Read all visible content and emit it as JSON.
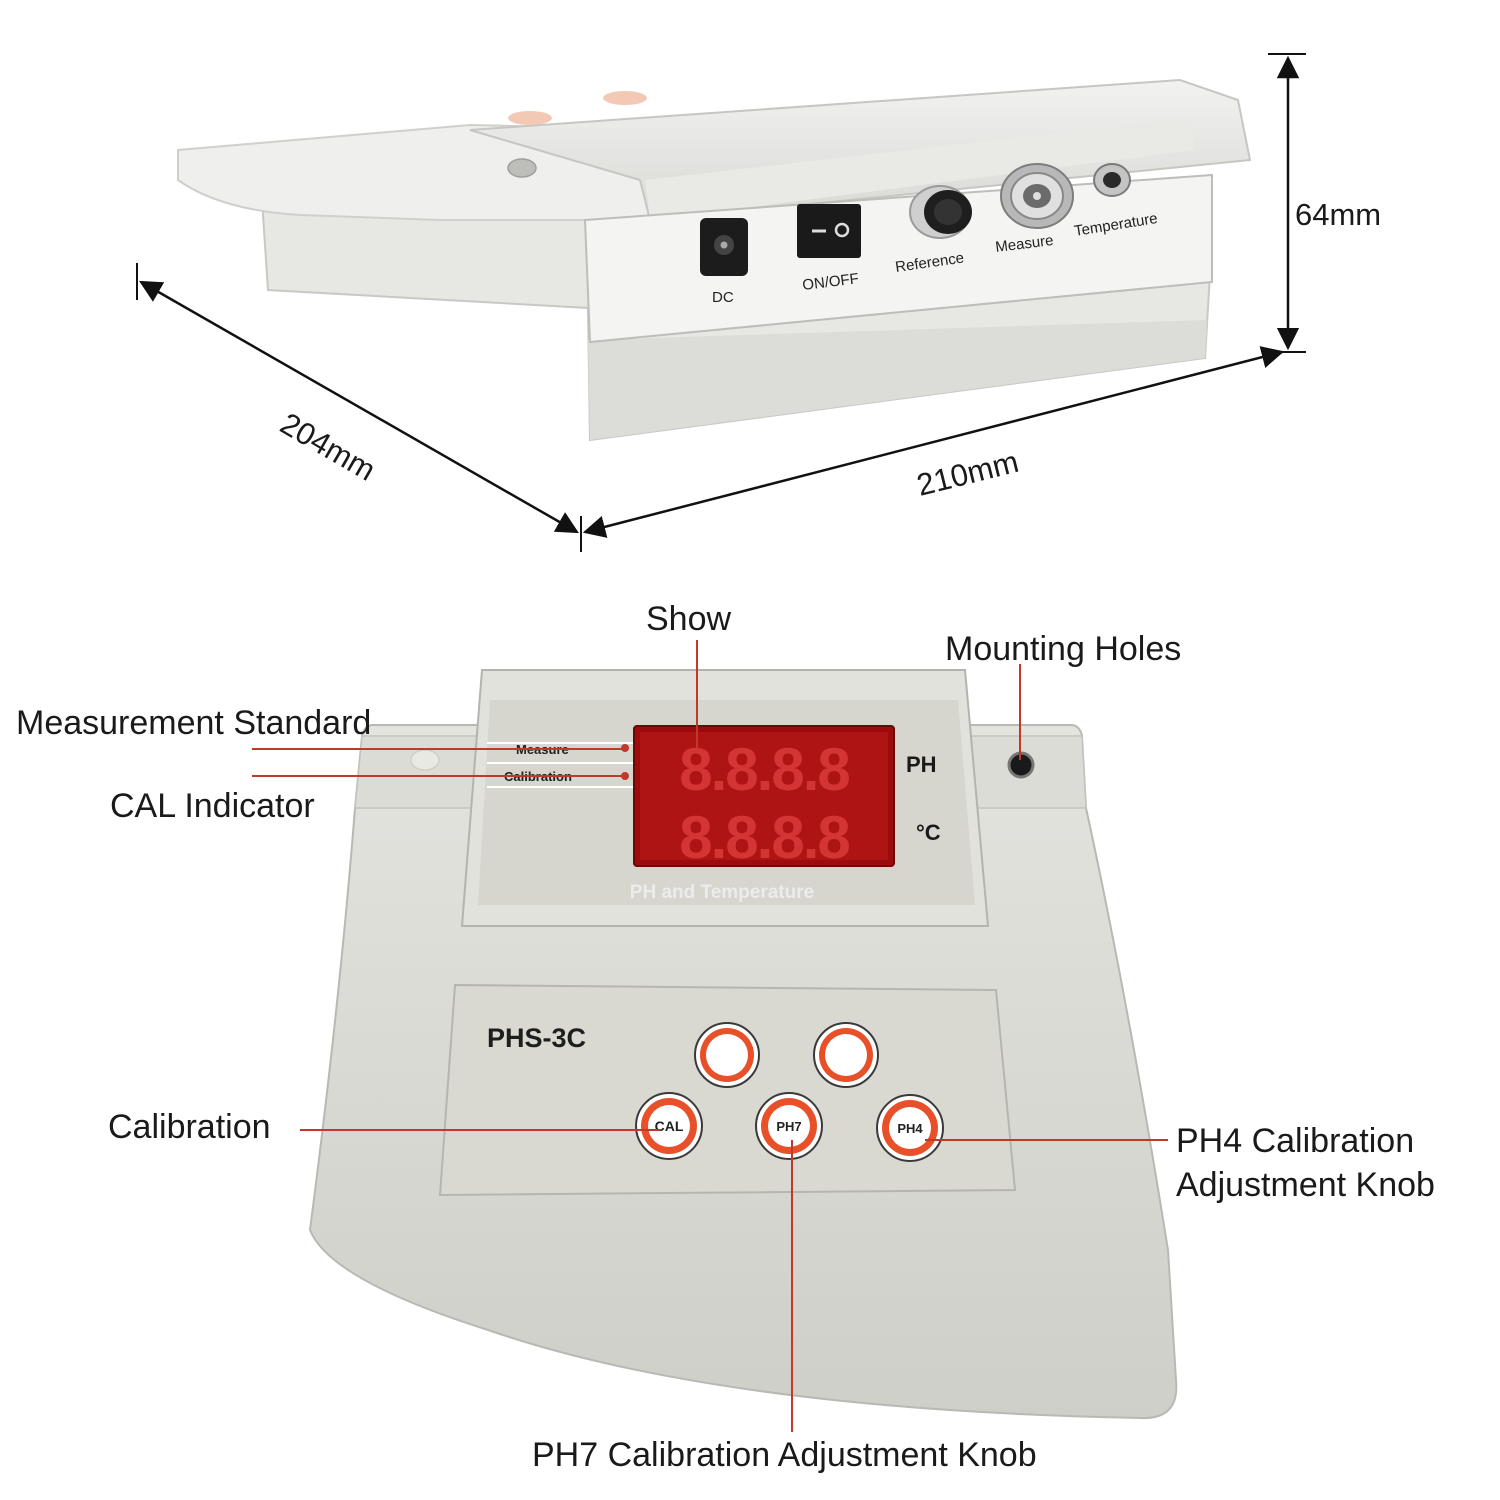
{
  "dimensions": {
    "height": "64mm",
    "width": "210mm",
    "depth": "204mm"
  },
  "rear_panel": {
    "ports": {
      "dc": "DC",
      "switch": "ON/OFF",
      "reference": "Reference",
      "measure": "Measure",
      "temperature": "Temperature"
    }
  },
  "front_panel": {
    "model": "PHS-3C",
    "display_caption": "PH and Temperature",
    "unit_ph": "PH",
    "unit_temp": "°C",
    "indicator_measure": "Measure",
    "indicator_calibration": "Calibration",
    "display_digits_top": "8.8.8.8",
    "display_digits_bottom": "8.8.8.8",
    "buttons": {
      "cal": "CAL",
      "ph7": "PH7",
      "ph4": "PH4"
    }
  },
  "callouts": {
    "show": "Show",
    "mounting_holes": "Mounting Holes",
    "measurement_standard": "Measurement Standard",
    "cal_indicator": "CAL Indicator",
    "calibration": "Calibration",
    "ph4_line1": "PH4 Calibration",
    "ph4_line2": "Adjustment Knob",
    "ph7": "PH7 Calibration Adjustment Knob"
  },
  "colors": {
    "leader_line": "#c0392b",
    "display_red": "#b01212",
    "knob_orange": "#e8502a",
    "body": "#d9d9d3"
  }
}
